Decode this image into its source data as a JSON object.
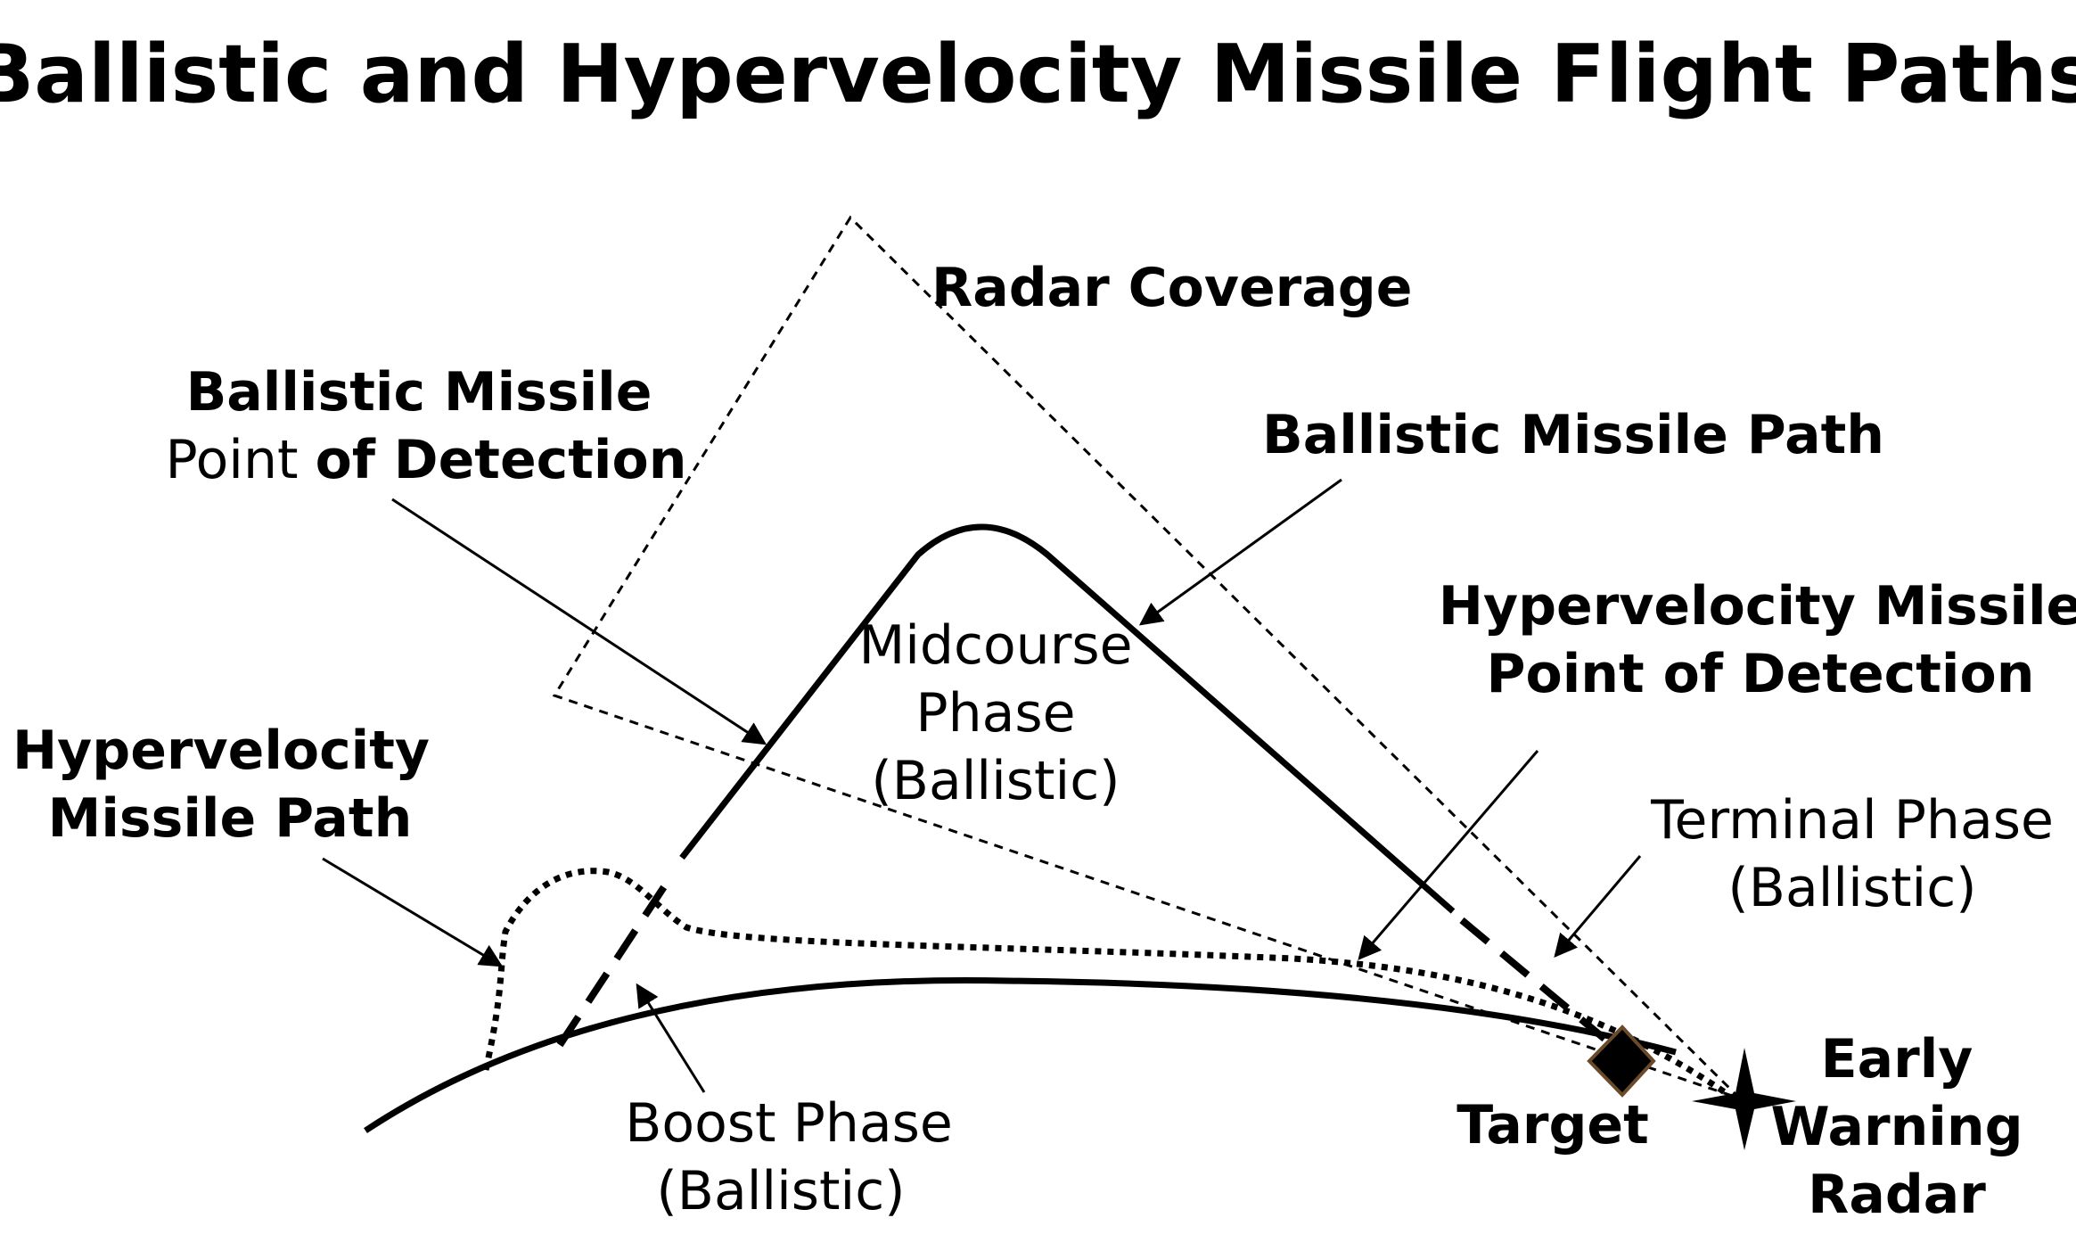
{
  "title": "Ballistic and Hypervelocity Missile Flight Paths",
  "labels": {
    "radar_coverage": "Radar Coverage",
    "ballistic_detection_line1": "Ballistic Missile",
    "ballistic_detection_line2_a": "Point ",
    "ballistic_detection_line2_b": "of Detection",
    "ballistic_path": "Ballistic Missile Path",
    "hyper_detection_line1": "Hypervelocity Missile",
    "hyper_detection_line2": "Point of Detection",
    "midcourse_line1": "Midcourse",
    "midcourse_line2": "Phase",
    "midcourse_line3": "(Ballistic)",
    "hyper_path_line1": "Hypervelocity",
    "hyper_path_line2": "Missile Path",
    "terminal_line1": "Terminal Phase",
    "terminal_line2": "(Ballistic)",
    "boost_line1": "Boost Phase",
    "boost_line2": "(Ballistic)",
    "target": "Target",
    "radar_line1": "Early",
    "radar_line2": "Warning",
    "radar_line3": "Radar"
  },
  "colors": {
    "stroke": "#000000",
    "target_fill": "#000000",
    "target_outline": "#6b4a2a",
    "background": "#ffffff"
  },
  "icons": {
    "target": "diamond-icon",
    "radar": "four-point-star-icon"
  }
}
